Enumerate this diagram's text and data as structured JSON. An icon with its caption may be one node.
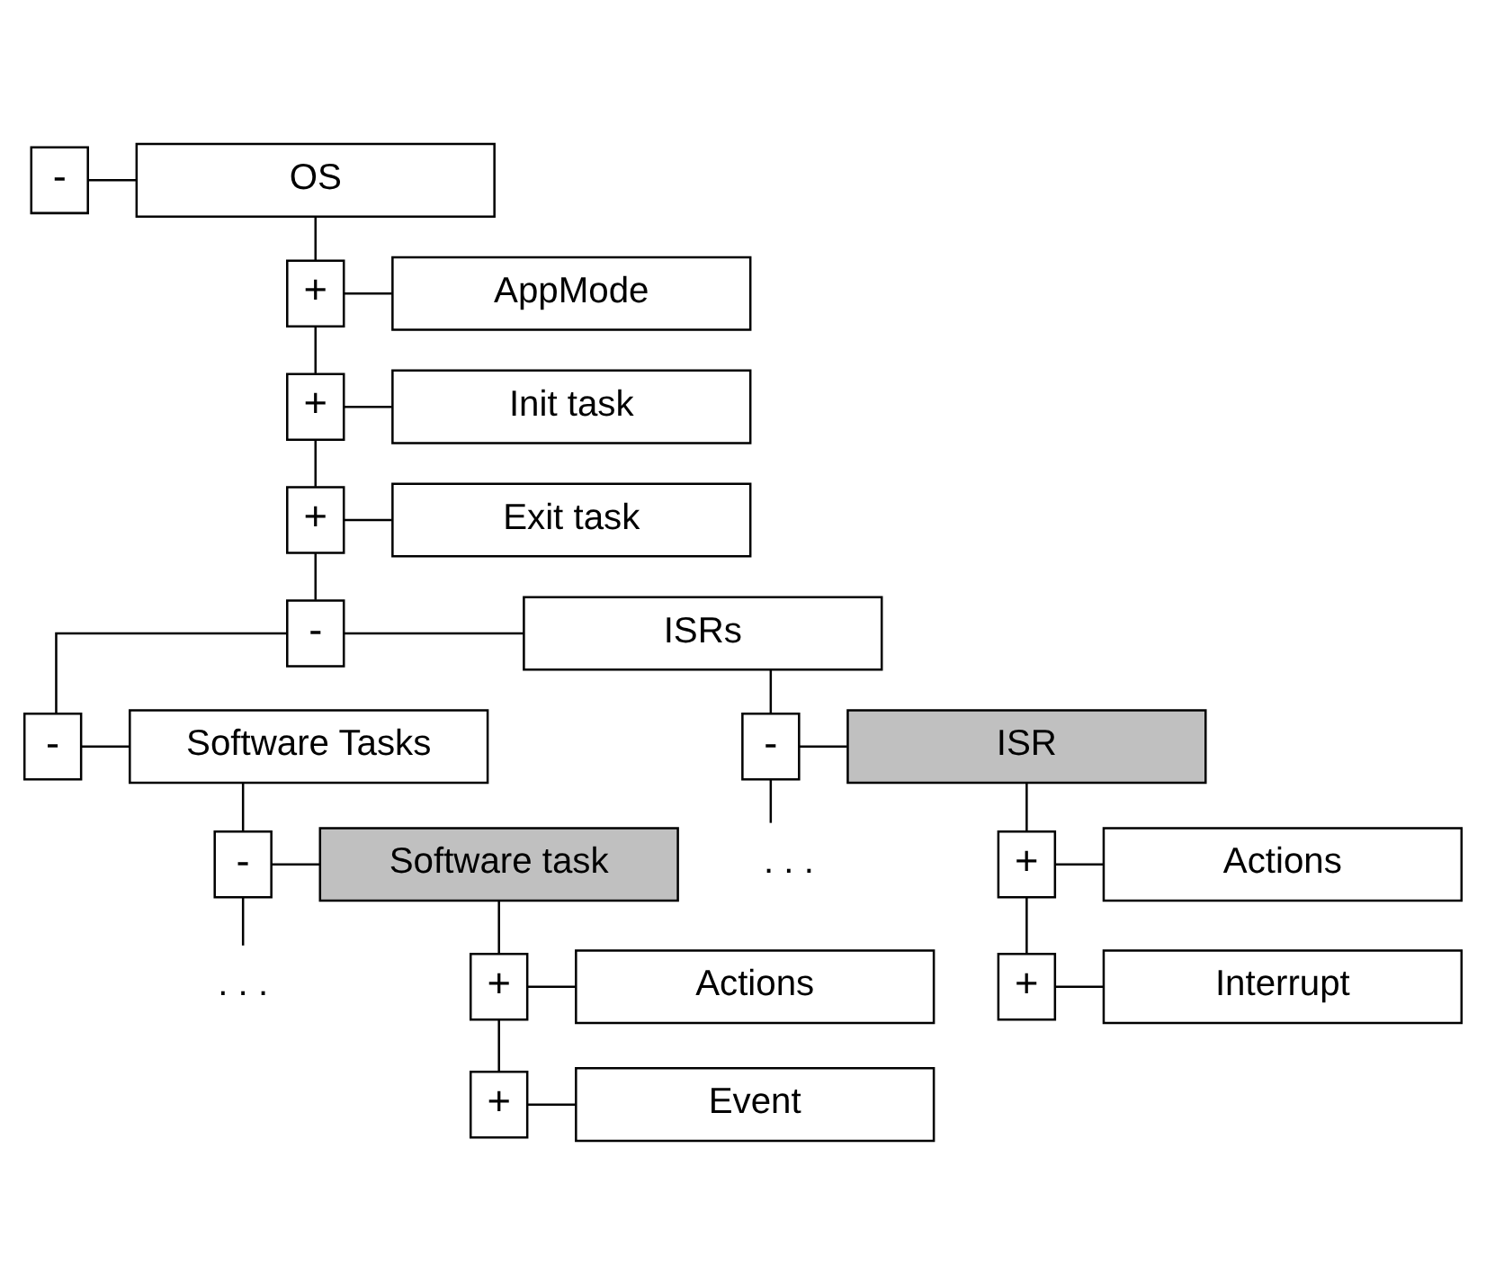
{
  "diagram": {
    "nodes": [
      {
        "text": [
          "-"
        ]
      },
      {
        "text": [
          "OS"
        ]
      },
      {
        "text": [
          "+"
        ]
      },
      {
        "text": [
          "AppMode"
        ]
      },
      {
        "text": [
          "+"
        ]
      },
      {
        "text": [
          "Init task"
        ]
      },
      {
        "text": [
          "+"
        ]
      },
      {
        "text": [
          "Exit task"
        ]
      },
      {
        "text": [
          "-"
        ]
      },
      {
        "text": [
          "ISRs"
        ]
      },
      {
        "text": [
          "-"
        ]
      },
      {
        "text": [
          "ISR"
        ]
      },
      {
        "text": [
          "+"
        ]
      },
      {
        "text": [
          "Actions"
        ]
      },
      {
        "text": [
          "+"
        ]
      },
      {
        "text": [
          "Interrupt"
        ]
      },
      {
        "text": [
          ". . ."
        ]
      },
      {
        "text": [
          "-"
        ]
      },
      {
        "text": [
          "Software Tasks"
        ]
      },
      {
        "text": [
          "-"
        ]
      },
      {
        "text": [
          "Software task"
        ]
      },
      {
        "text": [
          "+"
        ]
      },
      {
        "text": [
          "Actions"
        ]
      },
      {
        "text": [
          "+"
        ]
      },
      {
        "text": [
          "Event"
        ]
      },
      {
        "text": [
          ". . ."
        ]
      }
    ],
    "edges": [
      {
        "from": 0,
        "to": 1,
        "arrow": "none"
      },
      {
        "from": 1,
        "to": 2,
        "arrow": "none"
      },
      {
        "from": 2,
        "to": 3,
        "arrow": "none"
      },
      {
        "from": 2,
        "to": 4,
        "arrow": "none"
      },
      {
        "from": 4,
        "to": 5,
        "arrow": "none"
      },
      {
        "from": 4,
        "to": 6,
        "arrow": "none"
      },
      {
        "from": 6,
        "to": 7,
        "arrow": "none"
      },
      {
        "from": 6,
        "to": 8,
        "arrow": "none"
      },
      {
        "from": 8,
        "to": 9,
        "arrow": "none"
      },
      {
        "from": 9,
        "to": 10,
        "arrow": "none"
      },
      {
        "from": 10,
        "to": 11,
        "arrow": "none"
      },
      {
        "from": 11,
        "to": 12,
        "arrow": "none"
      },
      {
        "from": 12,
        "to": 13,
        "arrow": "none"
      },
      {
        "from": 12,
        "to": 14,
        "arrow": "none"
      },
      {
        "from": 14,
        "to": 15,
        "arrow": "none"
      },
      {
        "from": 10,
        "to": 16,
        "arrow": "none"
      },
      {
        "from": 8,
        "to": 17,
        "arrow": "none"
      },
      {
        "from": 17,
        "to": 18,
        "arrow": "none"
      },
      {
        "from": 18,
        "to": 19,
        "arrow": "none"
      },
      {
        "from": 19,
        "to": 20,
        "arrow": "none"
      },
      {
        "from": 20,
        "to": 21,
        "arrow": "none"
      },
      {
        "from": 21,
        "to": 22,
        "arrow": "none"
      },
      {
        "from": 21,
        "to": 23,
        "arrow": "none"
      },
      {
        "from": 23,
        "to": 24,
        "arrow": "none"
      },
      {
        "from": 19,
        "to": 25,
        "arrow": "none"
      }
    ]
  }
}
